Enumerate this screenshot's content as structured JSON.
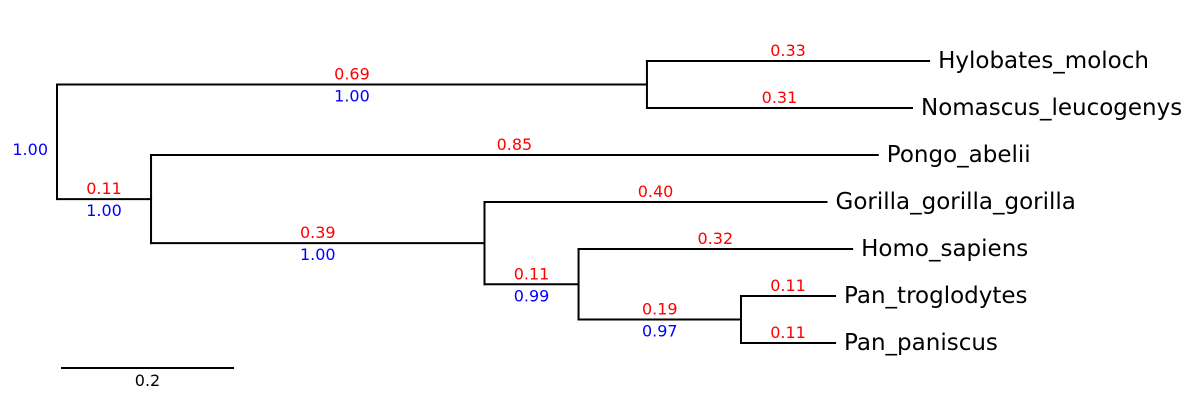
{
  "figure": {
    "background_color": "#ffffff",
    "branch_color": "#000000",
    "branch_length_label_color": "#ff0000",
    "support_label_color": "#0000ff",
    "tip_label_color": "#000000"
  },
  "tree": {
    "support_label": "1.00",
    "children": [
      {
        "length": 0.69,
        "length_label": "0.69",
        "support_label": "1.00",
        "children": [
          {
            "name": "Hylobates_moloch",
            "length": 0.33,
            "length_label": "0.33"
          },
          {
            "name": "Nomascus_leucogenys",
            "length": 0.31,
            "length_label": "0.31"
          }
        ]
      },
      {
        "length": 0.11,
        "length_label": "0.11",
        "support_label": "1.00",
        "children": [
          {
            "name": "Pongo_abelii",
            "length": 0.85,
            "length_label": "0.85"
          },
          {
            "length": 0.39,
            "length_label": "0.39",
            "support_label": "1.00",
            "children": [
              {
                "name": "Gorilla_gorilla_gorilla",
                "length": 0.4,
                "length_label": "0.40"
              },
              {
                "length": 0.11,
                "length_label": "0.11",
                "support_label": "0.99",
                "children": [
                  {
                    "name": "Homo_sapiens",
                    "length": 0.32,
                    "length_label": "0.32"
                  },
                  {
                    "length": 0.19,
                    "length_label": "0.19",
                    "support_label": "0.97",
                    "children": [
                      {
                        "name": "Pan_troglodytes",
                        "length": 0.11,
                        "length_label": "0.11"
                      },
                      {
                        "name": "Pan_paniscus",
                        "length": 0.11,
                        "length_label": "0.11"
                      }
                    ]
                  }
                ]
              }
            ]
          }
        ]
      }
    ]
  },
  "scale_bar": {
    "label": "0.2",
    "length_units": 0.2
  }
}
